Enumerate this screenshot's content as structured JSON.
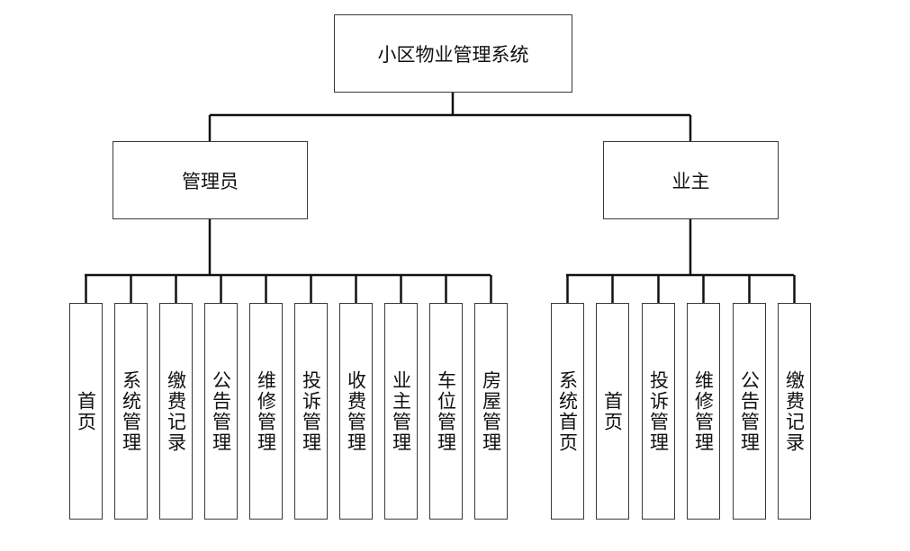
{
  "root": {
    "label": "小区物业管理系统"
  },
  "groups": [
    {
      "label": "管理员",
      "children": [
        "首页",
        "系统管理",
        "缴费记录",
        "公告管理",
        "维修管理",
        "投诉管理",
        "收费管理",
        "业主管理",
        "车位管理",
        "房屋管理"
      ]
    },
    {
      "label": "业主",
      "children": [
        "系统首页",
        "首页",
        "投诉管理",
        "维修管理",
        "公告管理",
        "缴费记录"
      ]
    }
  ]
}
